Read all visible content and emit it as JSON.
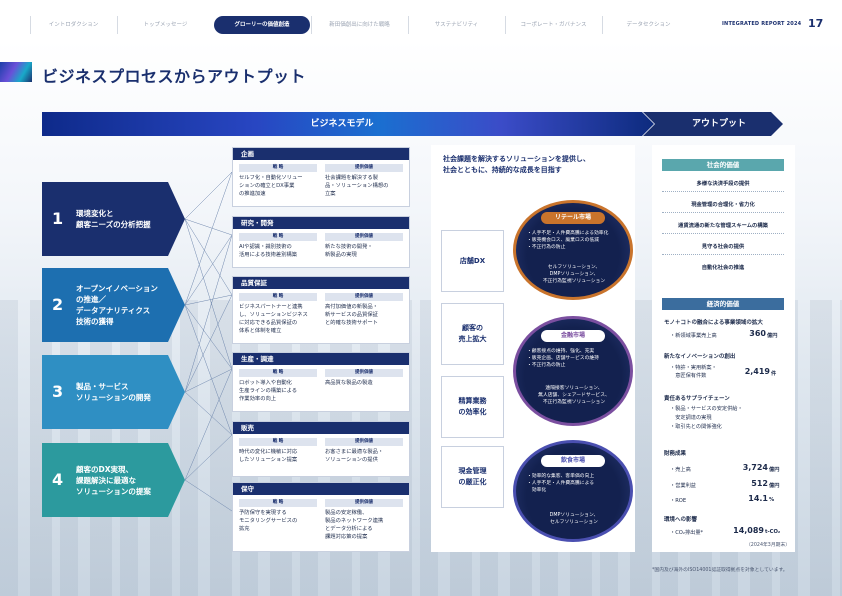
{
  "nav": {
    "tabs": [
      "イントロダクション",
      "トップメッセージ",
      "グローリーの価値創造",
      "新田価創出に向けた戦略",
      "サステナビリティ",
      "コーポレート・ガバナンス",
      "データセクション"
    ],
    "report": "INTEGRATED REPORT 2024",
    "page": "17"
  },
  "title": "ビジネスプロセスからアウトプット",
  "band": {
    "business_model": "ビジネスモデル",
    "output": "アウトプット"
  },
  "left_steps": [
    {
      "num": "1",
      "text": "環境変化と\n顧客ニーズの分析把握",
      "color": "#1a2f6e"
    },
    {
      "num": "2",
      "text": "オープンイノベーション\nの推進／\nデータアナリティクス\n技術の獲得",
      "color": "#1d6fb0"
    },
    {
      "num": "3",
      "text": "製品・サービス\nソリューションの開発",
      "color": "#2f8fc3"
    },
    {
      "num": "4",
      "text": "顧客のDX実現、\n課題解決に最適な\nソリューションの提案",
      "color": "#2c9a9e"
    }
  ],
  "cards": [
    {
      "title": "企画",
      "strategy_label": "戦 略",
      "value_label": "提供価値",
      "strategy": "セルフ化・自動化ソリュー\nションの確立とDX事業\nの推進加速",
      "value": "社会課題を解決する製\n品・ソリューション構想の\n立案"
    },
    {
      "title": "研究・開発",
      "strategy_label": "戦 略",
      "value_label": "提供価値",
      "strategy": "AIや認識・識別技術の\n活用による技術差別構築",
      "value": "新たな技術の開発・\n新製品の実現"
    },
    {
      "title": "品質保証",
      "strategy_label": "戦 略",
      "value_label": "提供価値",
      "strategy": "ビジネスパートナーと連携\nし、ソリューションビジネス\nに対応できる品質保証の\n体系と体制を確立",
      "value": "高付加価値の新製品・\n新サービスの品質保証\nと的確な技術サポート"
    },
    {
      "title": "生産・調達",
      "strategy_label": "戦 略",
      "value_label": "提供価値",
      "strategy": "ロボット導入や自動化\n生産ラインの構築による\n作業効率の向上",
      "value": "高品質な製品の製造"
    },
    {
      "title": "販売",
      "strategy_label": "戦 略",
      "value_label": "提供価値",
      "strategy": "時代の変化に機敏に対応\nしたソリューション提案",
      "value": "お客さまに最適な製品・\nソリューションの提供"
    },
    {
      "title": "保守",
      "strategy_label": "戦 略",
      "value_label": "提供価値",
      "strategy": "予防保守を実現する\nモニタリングサービスの\n拡充",
      "value": "製品の安定稼働、\n製品のネットワーク連携\nとデータ分析による\n課題対応策の提案"
    }
  ],
  "center": {
    "heading": "社会課題を解決するソリューションを提供し、\n社会とともに、持続的な成長を目指す",
    "boxes": [
      "店舗DX",
      "顧客の\n売上拡大",
      "精算業務\nの効率化",
      "現金管理\nの厳正化"
    ],
    "markets": [
      {
        "name": "リテール市場",
        "issues": "・人手不足・人件費高騰による効率化\n・販売機会ロス、廃棄ロスの低減\n・不正行為の防止",
        "solutions": "セルフソリューション、\nDMPソリューション、\n不正行為監視ソリューション",
        "color": "#c9742c"
      },
      {
        "name": "金融市場",
        "issues": "・顧客接点の維持、強化、充実\n・販売企画、店舗サービスの維持\n・不正行為の防止",
        "solutions": "遠隔接客ソリューション、\n無人店舗、シェアードサービス、\n不正行為監視ソリューション",
        "color": "#7b4fa0"
      },
      {
        "name": "飲食市場",
        "issues": "・効率的な集客、客単価の向上\n・人手不足・人件費高騰による\n　効率化",
        "solutions": "DMPソリューション、\nセルフソリューション",
        "color": "#4a4fb0"
      }
    ]
  },
  "right": {
    "social_title": "社会的価値",
    "social_items": [
      "多様な決済手段の提供",
      "現金管理の合理化・省力化",
      "通貨流通の新たな管理スキームの構築",
      "見守る社会の提供",
      "自動化社会の推進"
    ],
    "econ_title": "経済的価値",
    "mono_title": "モノ＋コトの融合による事業領域の拡大",
    "mono_label": "・新領域事業売上高",
    "mono_value": "360",
    "mono_unit": "億円",
    "innov_title": "新たなイノベーションの創出",
    "innov_label": "・特許・実用新案・\n　意匠保有件数",
    "innov_value": "2,419",
    "innov_unit": "件",
    "supply_title": "責任あるサプライチェーン",
    "supply_items": "・製品・サービスの安定供給・\n　安定調達の実現\n・取引先との関係強化",
    "fin_title": "財務成果",
    "fin_rows": [
      {
        "label": "・売上高",
        "value": "3,724",
        "unit": "億円"
      },
      {
        "label": "・営業利益",
        "value": "512",
        "unit": "億円"
      },
      {
        "label": "・ROE",
        "value": "14.1",
        "unit": "%"
      }
    ],
    "env_title": "環境への影響",
    "env_label": "・CO₂排出量*",
    "env_value": "14,089",
    "env_unit": "t-CO₂",
    "as_of": "（2024年3月期末）",
    "note": "*国内及び海外のISO14001認証取得拠点を対象としています。"
  },
  "colors": {
    "navy": "#1a2f6e",
    "teal": "#5aa7ad",
    "blue": "#3b6d9e"
  }
}
